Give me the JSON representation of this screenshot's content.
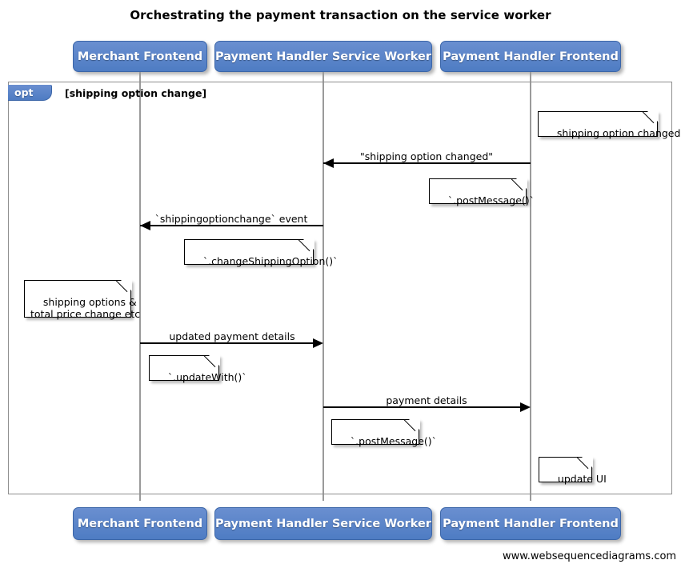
{
  "title": "Orchestrating the payment transaction on the service worker",
  "footer": "www.websequencediagrams.com",
  "colors": {
    "actor_fill": "#5580c8",
    "actor_border": "#3c66a8",
    "actor_text": "#ffffff",
    "frame_border": "#8f8f8f",
    "lifeline": "#9a9a9a",
    "line": "#000000",
    "note_fill": "#ffffff",
    "background": "#ffffff"
  },
  "participants": [
    {
      "id": "merchant-frontend",
      "label": "Merchant Frontend"
    },
    {
      "id": "payment-handler-service-worker",
      "label": "Payment Handler Service Worker"
    },
    {
      "id": "payment-handler-frontend",
      "label": "Payment Handler Frontend"
    }
  ],
  "fragment": {
    "kind": "opt",
    "guard": "[shipping option change]"
  },
  "messages": [
    {
      "id": "shipping-option-changed",
      "label": "\"shipping option changed\"",
      "from": "payment-handler-frontend",
      "to": "payment-handler-service-worker",
      "direction": "left"
    },
    {
      "id": "shippingoptionchange-event",
      "label": "`shippingoptionchange` event",
      "from": "payment-handler-service-worker",
      "to": "merchant-frontend",
      "direction": "left"
    },
    {
      "id": "updated-payment-details",
      "label": "updated payment details",
      "from": "merchant-frontend",
      "to": "payment-handler-service-worker",
      "direction": "right"
    },
    {
      "id": "payment-details",
      "label": "payment details",
      "from": "payment-handler-service-worker",
      "to": "payment-handler-frontend",
      "direction": "right"
    }
  ],
  "notes": [
    {
      "id": "note-shipping-option-changed",
      "text": "shipping option changed",
      "anchor": "payment-handler-frontend"
    },
    {
      "id": "note-post-message-1",
      "text": "`.postMessage()`",
      "anchor": "payment-handler-frontend"
    },
    {
      "id": "note-change-shipping-option",
      "text": "`.changeShippingOption()`",
      "anchor": "payment-handler-service-worker"
    },
    {
      "id": "note-shipping-options-total-price",
      "text": "shipping options &\ntotal price change etc",
      "anchor": "merchant-frontend"
    },
    {
      "id": "note-update-with",
      "text": "`.updateWith()`",
      "anchor": "merchant-frontend"
    },
    {
      "id": "note-post-message-2",
      "text": "`.postMessage()`",
      "anchor": "payment-handler-service-worker"
    },
    {
      "id": "note-update-ui",
      "text": "update UI",
      "anchor": "payment-handler-frontend"
    }
  ]
}
